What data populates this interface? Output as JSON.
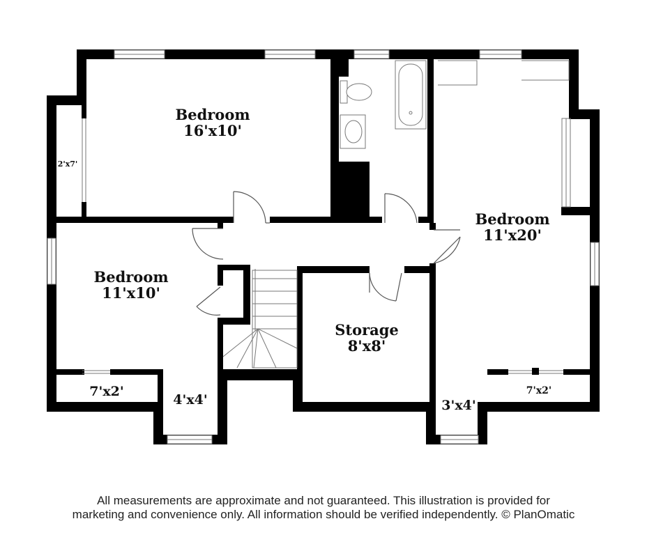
{
  "rooms": {
    "bedroom_top": {
      "name": "Bedroom",
      "size": "16'x10'"
    },
    "bedroom_right": {
      "name": "Bedroom",
      "size": "11'x20'"
    },
    "bedroom_left": {
      "name": "Bedroom",
      "size": "11'x10'"
    },
    "storage": {
      "name": "Storage",
      "size": "8'x8'"
    }
  },
  "closets": {
    "left_top": "2'x7'",
    "left_bottom": "7'x2'",
    "center_bottom": "4'x4'",
    "right_bottom_small": "3'x4'",
    "right_bottom": "7'x2'"
  },
  "disclaimer": {
    "line1": "All measurements are approximate and not guaranteed. This illustration is provided for",
    "line2": "marketing and convenience only. All information should be verified independently. © PlanOmatic"
  }
}
